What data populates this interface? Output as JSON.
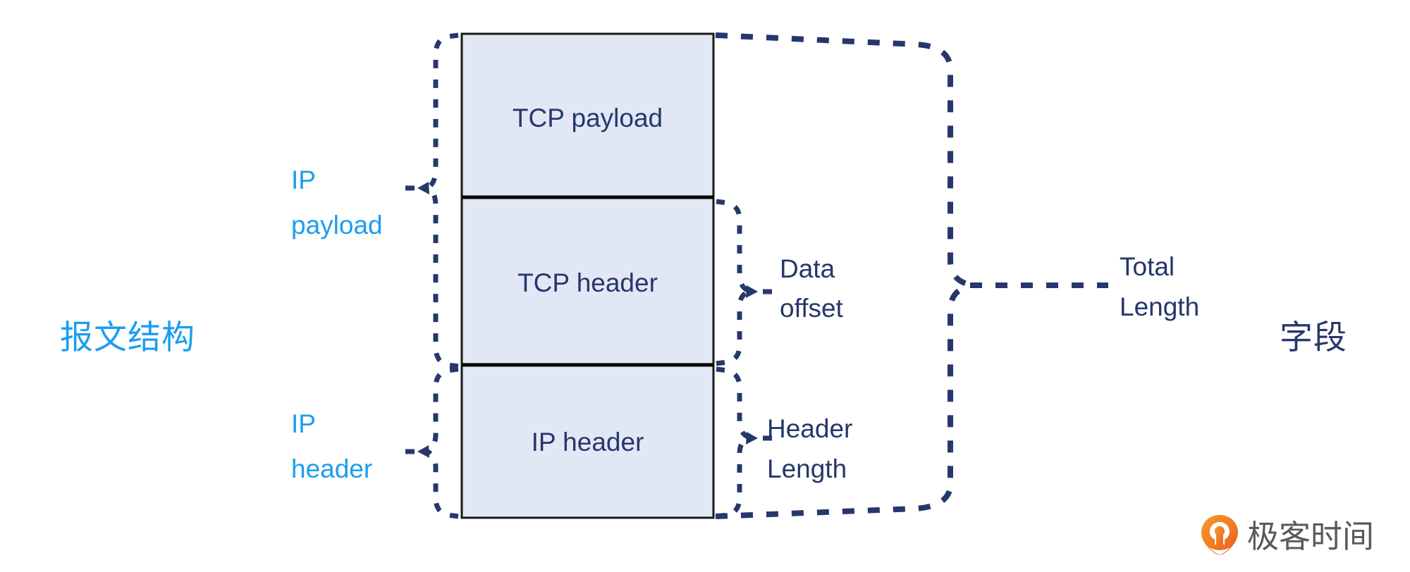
{
  "diagram": {
    "title_left": "报文结构",
    "title_right": "字段",
    "stack": {
      "segments": [
        {
          "id": "tcp-payload",
          "label": "TCP payload"
        },
        {
          "id": "tcp-header",
          "label": "TCP header"
        },
        {
          "id": "ip-header",
          "label": "IP header"
        }
      ]
    },
    "left_brackets": [
      {
        "id": "ip-payload",
        "line1": "IP",
        "line2": "payload"
      },
      {
        "id": "ip-header",
        "line1": "IP",
        "line2": "header"
      }
    ],
    "right_brackets": [
      {
        "id": "data-offset",
        "line1": "Data",
        "line2": "offset"
      },
      {
        "id": "header-length",
        "line1": "Header",
        "line2": "Length"
      },
      {
        "id": "total-length",
        "line1": "Total",
        "line2": "Length"
      }
    ]
  },
  "logo": {
    "wordmark": "极客时间",
    "mark_icon": "geekbang-pin-icon"
  },
  "colors": {
    "box_fill": "#E2E7F5",
    "box_stroke": "#000000",
    "navy": "#26376b",
    "accent_blue": "#1B9DF0",
    "logo_orange": "#F06B23",
    "logo_grey": "#59595b",
    "background": "#ffffff"
  }
}
